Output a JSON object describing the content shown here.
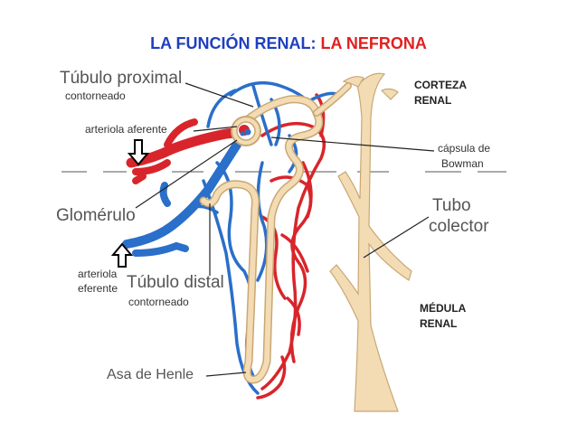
{
  "title": {
    "part1": "LA FUNCIÓN RENAL:",
    "part2": "LA NEFRONA"
  },
  "labels": {
    "tubulo_proximal": "Túbulo proximal",
    "contorneado_1": "contorneado",
    "arteriola_aferente": "arteriola aferente",
    "glomerulo": "Glomérulo",
    "arteriola_eferente_1": "arteriola",
    "arteriola_eferente_2": "eferente",
    "tubulo_distal": "Túbulo distal",
    "contorneado_2": "contorneado",
    "asa_de_henle": "Asa de Henle",
    "corteza_1": "CORTEZA",
    "corteza_2": "RENAL",
    "capsula_1": "cápsula de",
    "capsula_2": "Bowman",
    "tubo_1": "Tubo",
    "tubo_2": "colector",
    "medula_1": "MÉDULA",
    "medula_2": "RENAL"
  },
  "colors": {
    "title_blue": "#1f3fbf",
    "title_red": "#e02020",
    "vessel_red": "#d8252b",
    "vessel_blue": "#2a6fc9",
    "tubule": "#f3dcb4",
    "tubule_edge": "#c9a774"
  }
}
